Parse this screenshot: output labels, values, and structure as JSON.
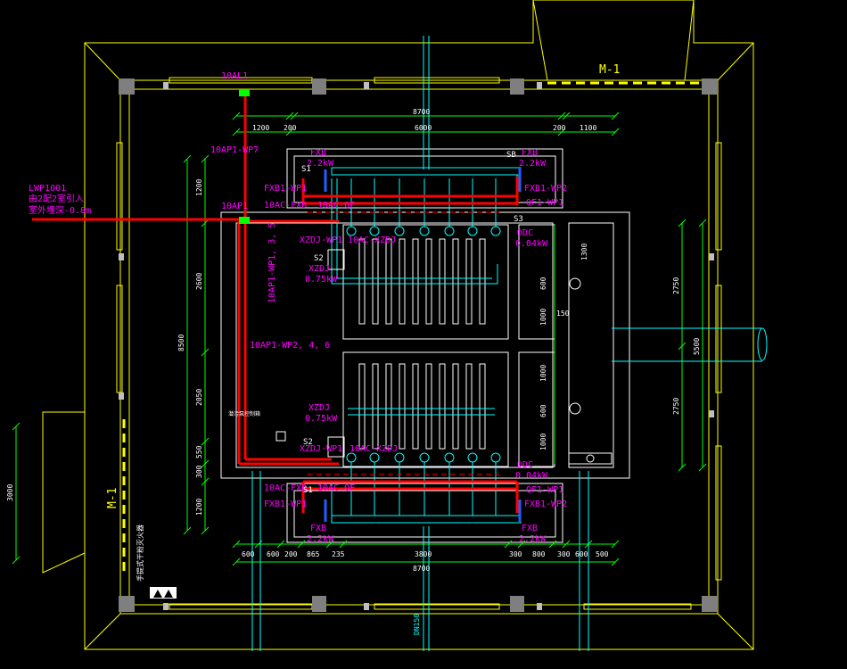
{
  "door_labels": {
    "top": "M-1",
    "left": "M-1"
  },
  "top_dims": {
    "total": "8700",
    "inner": "6000",
    "seg1": "1200",
    "seg2": "200",
    "seg3": "200",
    "seg4": "1100"
  },
  "bottom_dims": {
    "total": "8700",
    "inner": "3800",
    "s1": "600",
    "s2": "600",
    "s3": "200",
    "s4": "865",
    "s5": "235",
    "s6": "300",
    "s7": "800",
    "s8": "300",
    "s9": "600",
    "s10": "500"
  },
  "left_dims": {
    "total": "8500",
    "d1": "1200",
    "d2": "2600",
    "d3": "2050",
    "d4": "550",
    "d5": "300",
    "d6": "1200",
    "door": "3000"
  },
  "right_dims": {
    "total": "5500",
    "upper": "2750",
    "lower": "2750",
    "d1300": "1300",
    "d600a": "600",
    "d1000a": "1000",
    "d150": "150",
    "d1000b": "1000",
    "d600b": "600",
    "d1000c": "1000"
  },
  "labels": {
    "ap1": "10AL1",
    "wp7": "10AP1-WP7",
    "lwp": "LWP1001",
    "lwp_note1": "由2配2室引入",
    "lwp_note2": "室外埋深-0.8m",
    "ap1b": "10AP1",
    "wp3": "10AP1-WP1, 3, 5",
    "wp246": "10AP1-WP2, 4, 6",
    "fxb_t": "FXB",
    "fxb_tp": "2.2kW",
    "fxb_tr": "FXB",
    "fxb_trp": "2.2kW",
    "fxb1_wp1": "FXB1-WP1",
    "fxb1_wp2": "FXB1-WP2",
    "dac_fxb": "10AC-FXB",
    "dac_qf": "10AC-QF",
    "qf1_wp1": "QF1-WP1",
    "xzdj_wp1": "XZDJ-WP1",
    "dac_xzdj": "10AC-XZDJ",
    "xzdj": "XZDJ",
    "xzdj_p": "0.75kW",
    "ddc": "DDC",
    "ddc_p": "0.04kW",
    "xzdj_b": "XZDJ",
    "xzdj_bp": "0.75kW",
    "xzdj_wp1b": "XZDJ-WP1",
    "dac_xzdj_b": "10AC-XZDJ",
    "ddc_b": "DDC",
    "ddc_bp": "0.04kW",
    "qf1_wp1b": "QF1-WP1",
    "fxb1_wp2b": "FXB1-WP2",
    "dac_fxb_b": "10AC-FXB",
    "dac_qf_b": "10AC-QF",
    "fxb1_wp1b": "FXB1-WP1",
    "fxb_b": "FXB",
    "fxb_bp": "2.2kW",
    "fxb_br": "FXB",
    "fxb_brp": "2.2kW",
    "s1": "S1",
    "s2": "S2",
    "s3": "S3",
    "sb": "SB",
    "dn150": "DN150",
    "rescue": "手提式干粉灭火器",
    "panel_note": "潜污泵控制箱"
  },
  "colors": {
    "wall": "#ffff00",
    "dim": "#00ff00",
    "power": "#ff0000",
    "pipe": "#00ffff",
    "label": "#ff00ff",
    "outline": "#ffffff",
    "column": "#7f7f7f"
  }
}
